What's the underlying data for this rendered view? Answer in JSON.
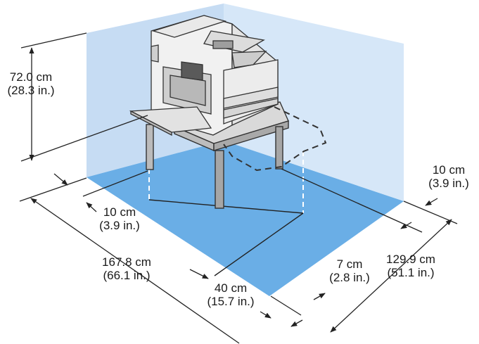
{
  "colors": {
    "back_wall": "#c6dcf3",
    "side_wall": "#d6e7f8",
    "floor": "#6aaee6",
    "line": "#222222",
    "printer_body": "#f2f2f2"
  },
  "labels": {
    "height": {
      "metric": "72.0 cm",
      "imperial": "(28.3 in.)"
    },
    "left_clear": {
      "metric": "10 cm",
      "imperial": "(3.9 in.)"
    },
    "depth_total": {
      "metric": "167.8 cm",
      "imperial": "(66.1 in.)"
    },
    "front_clear": {
      "metric": "40 cm",
      "imperial": "(15.7 in.)"
    },
    "rear_clear": {
      "metric": "7 cm",
      "imperial": "(2.8 in.)"
    },
    "right_clear": {
      "metric": "10 cm",
      "imperial": "(3.9 in.)"
    },
    "width_total": {
      "metric": "129.9 cm",
      "imperial": "(51.1 in.)"
    }
  }
}
